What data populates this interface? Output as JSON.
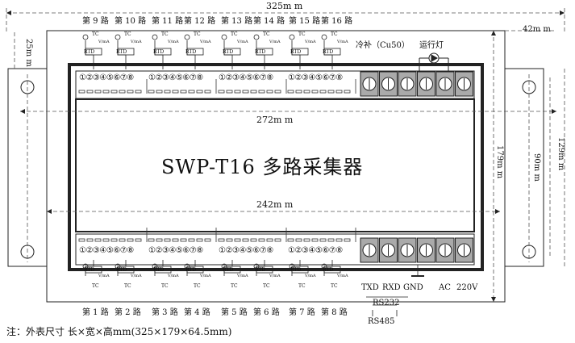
{
  "dimensions": {
    "overall_width": "325m m",
    "mount_offset": "42m m",
    "left_margin": "25m m",
    "inner_width": "272m m",
    "inner_width_2": "242m m",
    "height": "179m m",
    "mount_height": "90m m",
    "tall_height": "129m m"
  },
  "device_title": "SWP-T16 多路采集器",
  "channels_top": [
    "第 9 路",
    "第 10 路",
    "第 11 路",
    "第 12 路",
    "第 13 路",
    "第 14 路",
    "第 15 路",
    "第 16 路"
  ],
  "channels_bottom": [
    "第 1 路",
    "第 2 路",
    "第 3 路",
    "第 4 路",
    "第 5 路",
    "第 6 路",
    "第 7 路",
    "第 8 路"
  ],
  "terminal_numbers": "①②③④⑤⑥⑦⑧",
  "sensor_labels": {
    "tc": "TC",
    "rtd": "RTD",
    "ma": "V/mA"
  },
  "cold_junction": "冷补（Cu50）",
  "run_light": "运行灯",
  "bottom_terms": {
    "txd": "TXD",
    "rxd": "RXD",
    "gnd": "GND",
    "ac": "AC",
    "v220": "220V",
    "rs232": "RS232",
    "rs485": "RS485"
  },
  "note": "注：外表尺寸  长×宽×高mm(325×179×64.5mm)"
}
